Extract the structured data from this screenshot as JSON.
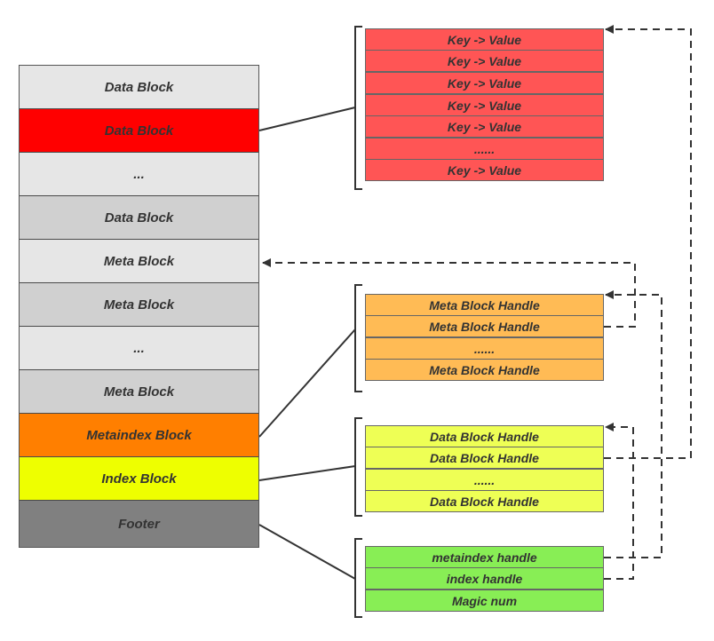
{
  "colors": {
    "light_gray": "#e6e6e6",
    "mid_gray": "#d0d0d0",
    "red": "#ff0000",
    "orange": "#ff7f00",
    "yellow": "#eeff00",
    "footer_gray": "#808080",
    "key_value_red": "#ff5555",
    "meta_handle_orange": "#ffbb55",
    "data_handle_yellow": "#eeff55",
    "footer_green": "#88ee55"
  },
  "sstable": [
    "Data Block",
    "Data Block",
    "...",
    "Data Block",
    "Meta Block",
    "Meta Block",
    "...",
    "Meta Block",
    "Metaindex Block",
    "Index Block",
    "Footer"
  ],
  "data_block_entries": [
    "Key -> Value",
    "Key -> Value",
    "Key -> Value",
    "Key -> Value",
    "Key -> Value",
    "......",
    "Key -> Value"
  ],
  "metaindex_entries": [
    "Meta Block Handle",
    "Meta Block  Handle",
    "......",
    "Meta Block  Handle"
  ],
  "index_entries": [
    "Data Block Handle",
    "Data Block Handle",
    "......",
    "Data Block Handle"
  ],
  "footer_entries": [
    "metaindex handle",
    "index handle",
    "Magic num"
  ]
}
